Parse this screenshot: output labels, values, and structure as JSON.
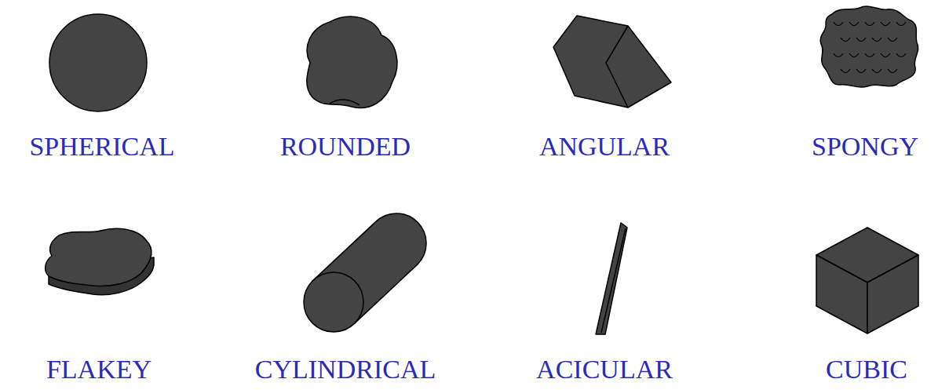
{
  "diagram": {
    "labels": [
      "SPHERICAL",
      "ROUNDED",
      "ANGULAR",
      "SPONGY",
      "FLAKEY",
      "CYLINDRICAL",
      "ACICULAR",
      "CUBIC"
    ]
  }
}
